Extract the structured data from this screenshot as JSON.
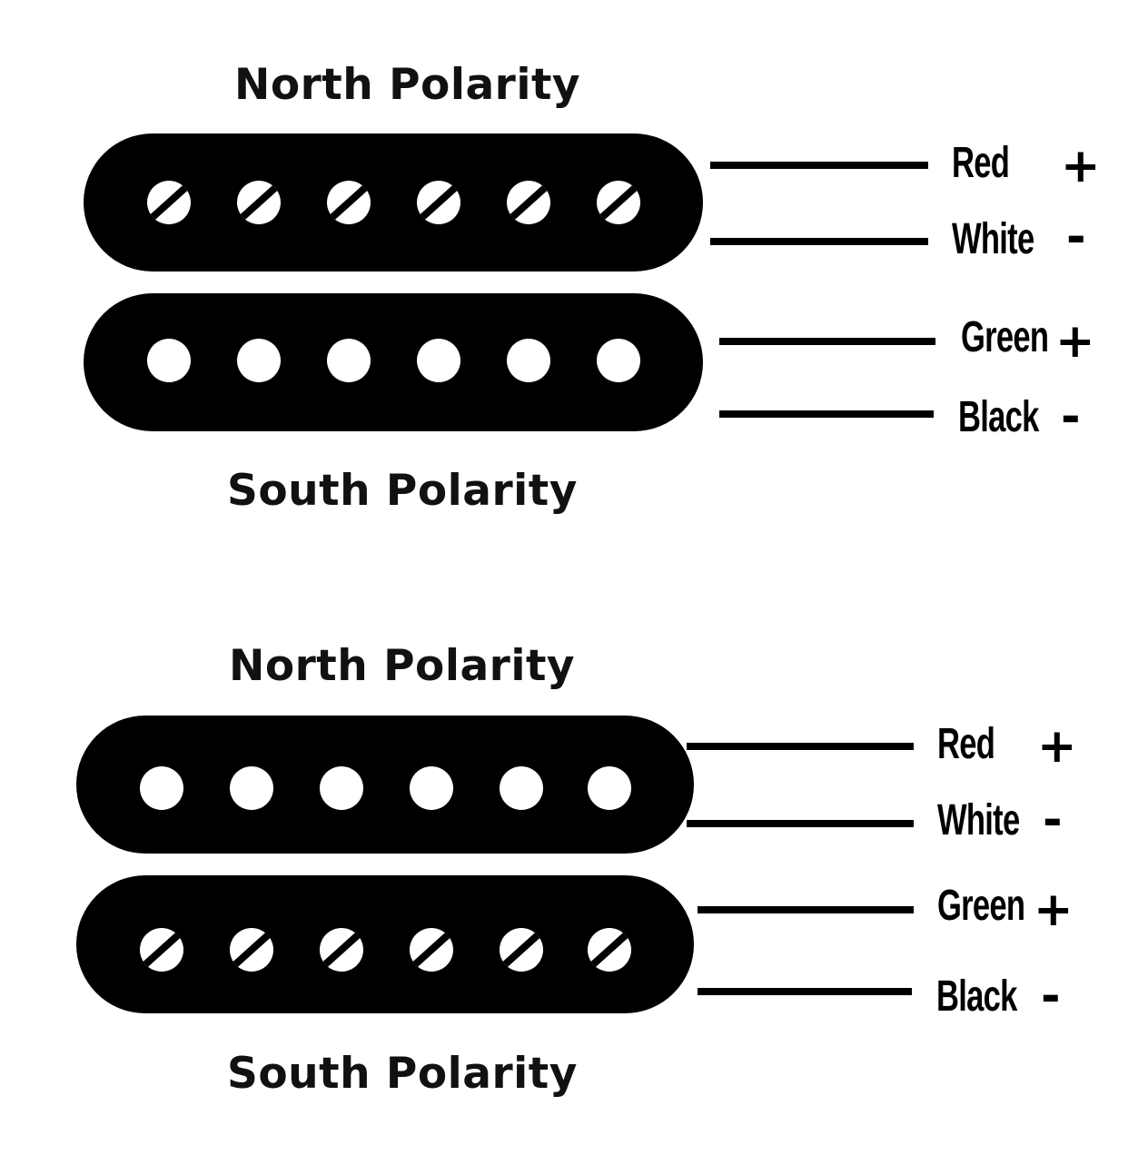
{
  "diagrams": [
    {
      "north_label": "North Polarity",
      "south_label": "South Polarity",
      "coils": [
        {
          "pole_type": "screw",
          "pole_count": 6
        },
        {
          "pole_type": "slug",
          "pole_count": 6
        }
      ],
      "wires": [
        {
          "label": "Red",
          "sign": "+"
        },
        {
          "label": "White",
          "sign": "-"
        },
        {
          "label": "Green",
          "sign": "+"
        },
        {
          "label": "Black",
          "sign": "-"
        }
      ]
    },
    {
      "north_label": "North Polarity",
      "south_label": "South Polarity",
      "coils": [
        {
          "pole_type": "slug",
          "pole_count": 6
        },
        {
          "pole_type": "screw",
          "pole_count": 6
        }
      ],
      "wires": [
        {
          "label": "Red",
          "sign": "+"
        },
        {
          "label": "White",
          "sign": "-"
        },
        {
          "label": "Green",
          "sign": "+"
        },
        {
          "label": "Black",
          "sign": "-"
        }
      ]
    }
  ]
}
